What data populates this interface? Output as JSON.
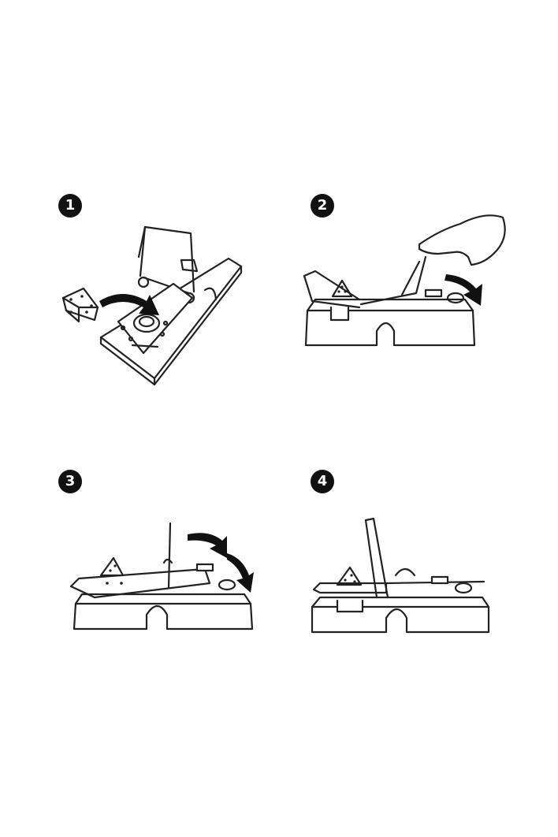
{
  "steps": [
    {
      "number": "1",
      "icons": [
        "cheese-icon",
        "curved-arrow-icon",
        "mousetrap-icon"
      ]
    },
    {
      "number": "2",
      "icons": [
        "hand-icon",
        "curved-arrow-icon",
        "mousetrap-icon"
      ]
    },
    {
      "number": "3",
      "icons": [
        "curved-arrow-icon",
        "mousetrap-icon"
      ]
    },
    {
      "number": "4",
      "icons": [
        "mousetrap-icon"
      ]
    }
  ],
  "colors": {
    "ink": "#111111",
    "background": "#ffffff"
  }
}
